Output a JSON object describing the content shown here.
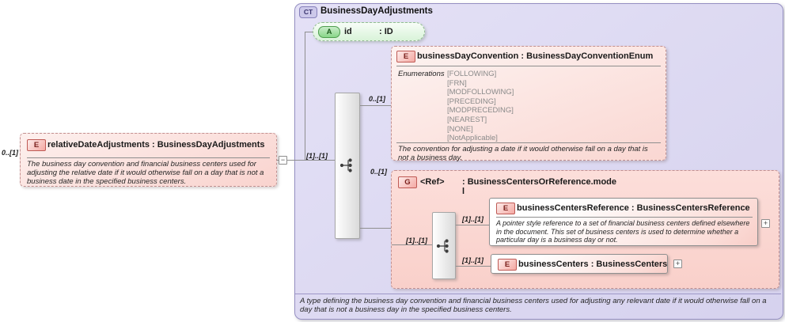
{
  "left_element": {
    "cardinality": "0..[1]",
    "badge": "E",
    "title": "relativeDateAdjustments : BusinessDayAdjustments",
    "annotation": "The business day convention and financial business centers used for adjusting the relative date if it would otherwise fall on a day that is not a business date in the specified business centers.",
    "collapse_label": "−"
  },
  "complex_type": {
    "badge": "CT",
    "title": "BusinessDayAdjustments",
    "footer_annotation": "A type defining the business day convention and financial business centers used for adjusting any relevant date if it would otherwise fall on a day that is not a business day in the specified business centers."
  },
  "attribute_id": {
    "badge": "A",
    "name": "id",
    "type": ": ID"
  },
  "sequence": {
    "cardinality": "[1]..[1]"
  },
  "convention": {
    "cardinality": "0..[1]",
    "badge": "E",
    "title": "businessDayConvention : BusinessDayConventionEnum",
    "enumerations_label": "Enumerations",
    "enumerations": [
      "[FOLLOWING]",
      "[FRN]",
      "[MODFOLLOWING]",
      "[PRECEDING]",
      "[MODPRECEDING]",
      "[NEAREST]",
      "[NONE]",
      "[NotApplicable]"
    ],
    "annotation": "The convention for adjusting a date if it would otherwise fall on a day that is not a business day."
  },
  "group": {
    "cardinality": "0..[1]",
    "badge": "G",
    "name": "<Ref>",
    "type": ": BusinessCentersOrReference.model",
    "type_line1": ": BusinessCentersOrReference.mode",
    "type_line2": "l",
    "sequence_cardinality": "[1]..[1]"
  },
  "business_centers_reference": {
    "cardinality": "[1]..[1]",
    "badge": "E",
    "title": "businessCentersReference : BusinessCentersReference",
    "annotation": "A pointer style reference to a set of financial business centers defined elsewhere in the document. This set of business centers is used to determine whether a particular day is a business day or not.",
    "expand_label": "+"
  },
  "business_centers": {
    "cardinality": "[1]..[1]",
    "badge": "E",
    "title": "businessCenters : BusinessCenters",
    "expand_label": "+"
  },
  "colors": {
    "container_fill": "#dcd8f0",
    "container_border": "#958fc2",
    "pink_fill": "#fad6d1",
    "green_fill": "#d9f3d9",
    "badge_red_border": "#bf5a55"
  }
}
